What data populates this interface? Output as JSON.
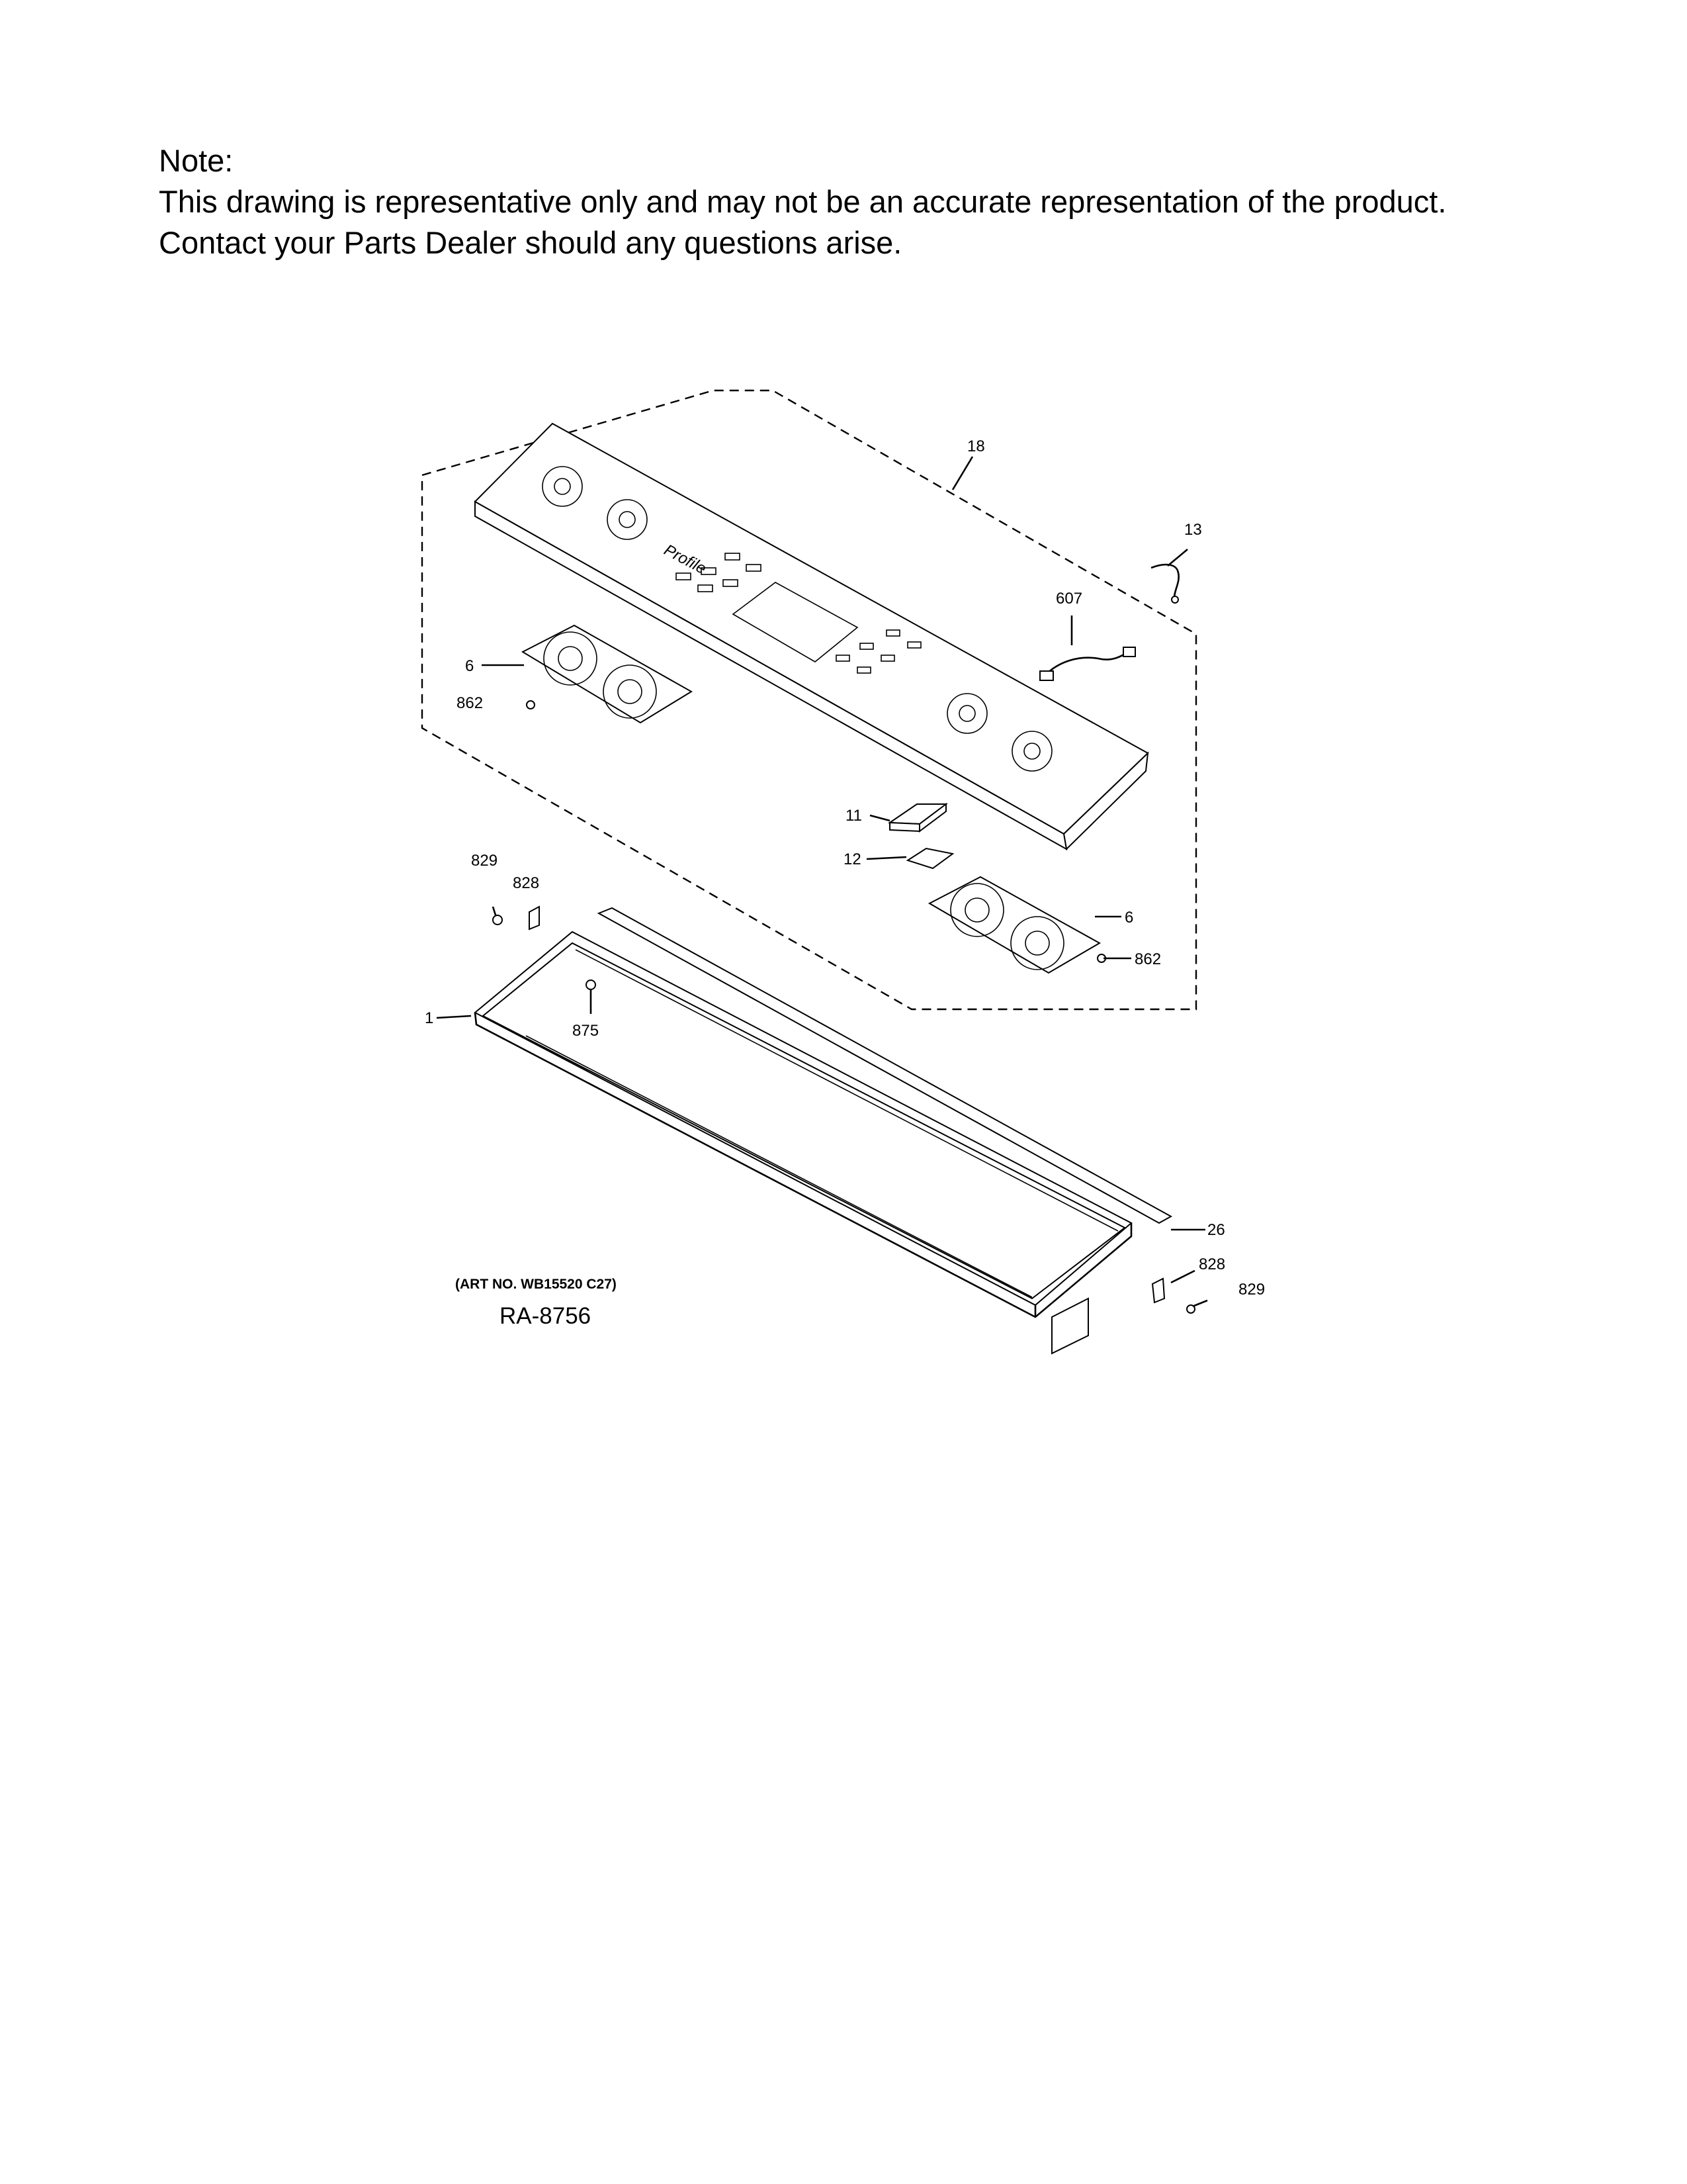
{
  "note": {
    "title": "Note:",
    "line1": "This drawing is representative only and may not be an accurate representation of the product.",
    "line2": "Contact your Parts Dealer should any questions arise."
  },
  "diagram": {
    "callouts": {
      "c18": "18",
      "c13": "13",
      "c607": "607",
      "c6_left": "6",
      "c862_left": "862",
      "c11": "11",
      "c12": "12",
      "c6_right": "6",
      "c862_right": "862",
      "c829_left": "829",
      "c828_left": "828",
      "c1": "1",
      "c875": "875",
      "c26": "26",
      "c828_right": "828",
      "c829_right": "829"
    },
    "art_no": "(ART NO. WB15520 C27)",
    "ref": "RA-8756"
  }
}
